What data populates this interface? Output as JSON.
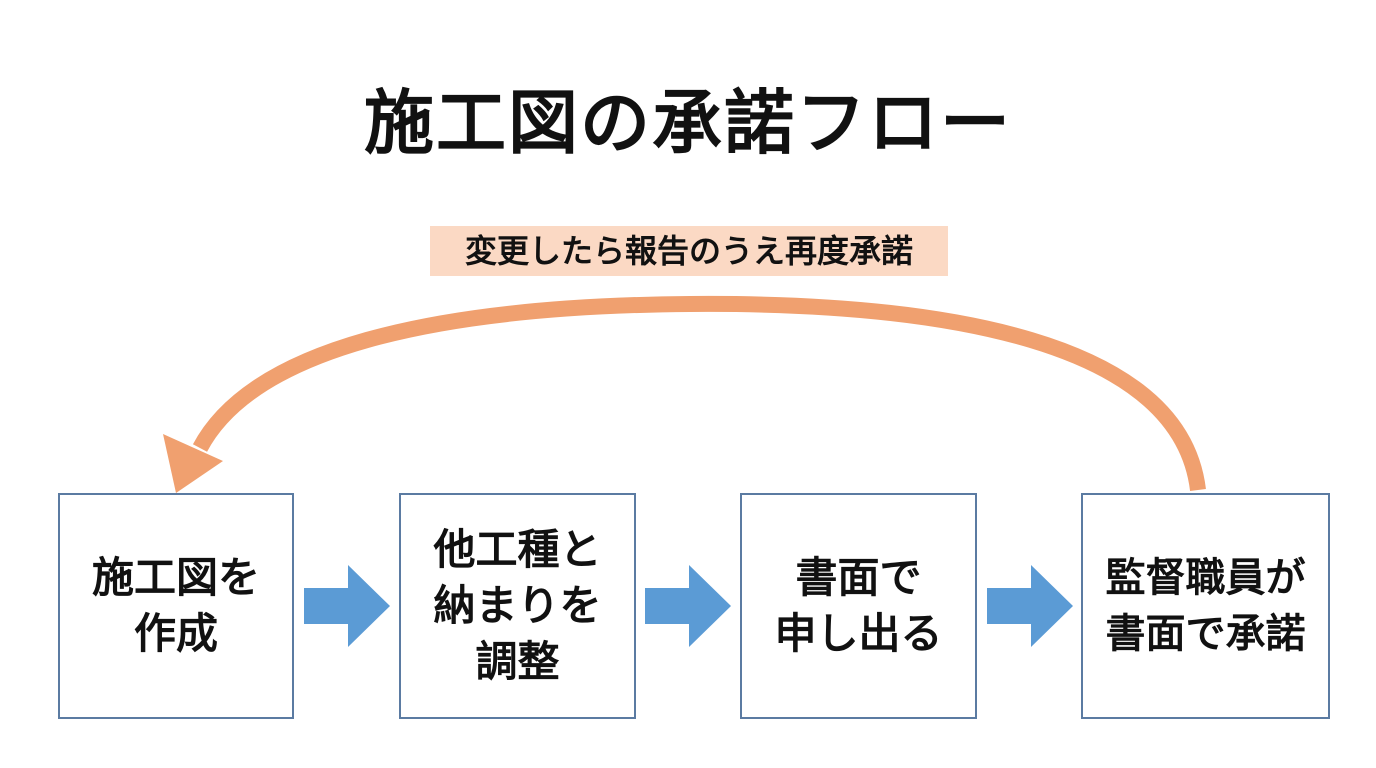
{
  "title": "施工図の承諾フロー",
  "loop_label": "変更したら報告のうえ再度承諾",
  "steps": [
    {
      "text": "施工図を\n作成"
    },
    {
      "text": "他工種と\n納まりを\n調整"
    },
    {
      "text": "書面で\n申し出る"
    },
    {
      "text": "監督職員が\n書面で承諾"
    }
  ],
  "colors": {
    "box_border": "#5b7ba2",
    "flow_arrow": "#5b9bd5",
    "loop_arrow": "#f0a06f",
    "label_background": "#fbd9c4"
  },
  "icons": {
    "flow_arrow": "right-arrow-icon",
    "loop_arrow": "curved-return-arrow-icon"
  }
}
